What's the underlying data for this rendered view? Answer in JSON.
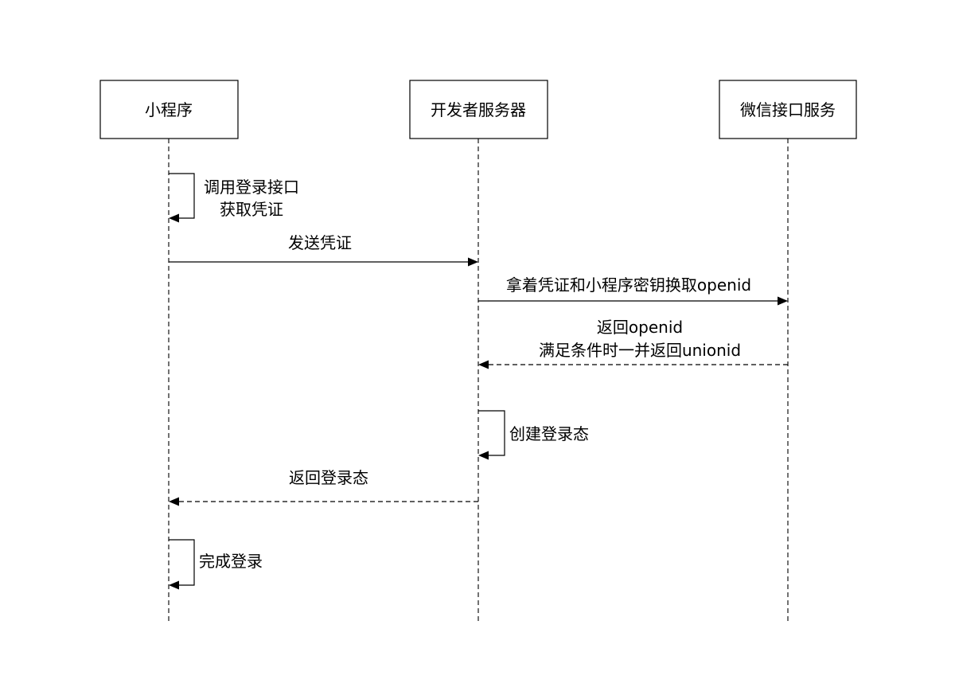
{
  "actors": [
    {
      "id": "miniprogram",
      "label": "小程序"
    },
    {
      "id": "devserver",
      "label": "开发者服务器"
    },
    {
      "id": "wechatapi",
      "label": "微信接口服务"
    }
  ],
  "messages": [
    {
      "id": "self-login",
      "from": "miniprogram",
      "to": "miniprogram",
      "style": "solid",
      "lines": [
        "调用登录接口",
        "获取凭证"
      ]
    },
    {
      "id": "send-credential",
      "from": "miniprogram",
      "to": "devserver",
      "style": "solid",
      "lines": [
        "发送凭证"
      ]
    },
    {
      "id": "exchange-openid",
      "from": "devserver",
      "to": "wechatapi",
      "style": "solid",
      "lines": [
        "拿着凭证和小程序密钥换取openid"
      ]
    },
    {
      "id": "return-openid",
      "from": "wechatapi",
      "to": "devserver",
      "style": "dashed",
      "lines": [
        "返回openid",
        "满足条件时一并返回unionid"
      ]
    },
    {
      "id": "create-session",
      "from": "devserver",
      "to": "devserver",
      "style": "solid",
      "lines": [
        "创建登录态"
      ]
    },
    {
      "id": "return-session",
      "from": "devserver",
      "to": "miniprogram",
      "style": "dashed",
      "lines": [
        "返回登录态"
      ]
    },
    {
      "id": "finish-login",
      "from": "miniprogram",
      "to": "miniprogram",
      "style": "solid",
      "lines": [
        "完成登录"
      ]
    }
  ]
}
